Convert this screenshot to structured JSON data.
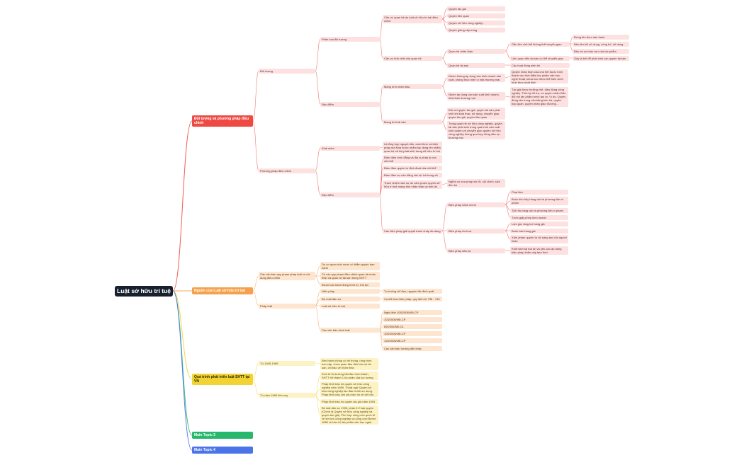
{
  "root": "Luật sở hữu trí tuệ",
  "colors": {
    "red": "#ee4a43",
    "orange": "#f5a04a",
    "yellow": "#f3d333",
    "green": "#27b86e",
    "blue": "#4a74e8"
  },
  "nodes": [
    {
      "id": "root",
      "text": "Luật sở hữu trí tuệ"
    },
    {
      "id": "t1",
      "text": "Đối tượng và phương pháp điều chỉnh"
    },
    {
      "id": "t2",
      "text": "Nguồn của Luật sở hữu trí tuệ"
    },
    {
      "id": "t3",
      "text": "Quá trình phát triển luật SHTT tại VN"
    },
    {
      "id": "t4",
      "text": "Main Topic 3"
    },
    {
      "id": "t5",
      "text": "Main Topic 4"
    },
    {
      "id": "a1",
      "text": "Đối tượng"
    },
    {
      "id": "a2",
      "text": "Phương pháp điều chỉnh"
    },
    {
      "id": "a1a",
      "text": "Phân loại đối tượng"
    },
    {
      "id": "a1b",
      "text": "Đặc điểm"
    },
    {
      "id": "a1a1",
      "text": "Căn cứ quan hệ do luật sở hữu trí tuệ điều chỉnh"
    },
    {
      "id": "a1a2",
      "text": "Căn cứ tính chất của quan hệ"
    },
    {
      "id": "q1",
      "text": "Quyền tác giả"
    },
    {
      "id": "q2",
      "text": "Quyền liên quan"
    },
    {
      "id": "q3",
      "text": "Quyền sở hữu công nghiệp"
    },
    {
      "id": "q4",
      "text": "Quyền giống cây trồng"
    },
    {
      "id": "qn",
      "text": "Quan hệ nhân thân"
    },
    {
      "id": "qts",
      "text": "Quan hệ tài sản"
    },
    {
      "id": "qn1",
      "text": "Gắn liền chủ thể không thể chuyển giao"
    },
    {
      "id": "qn2",
      "text": "Liên quan đến tài sản có thể chuyển giao"
    },
    {
      "id": "qn1a",
      "text": "Đứng tên thực sản danh"
    },
    {
      "id": "qn1b",
      "text": "Nêu tên khi sử dụng, công bố, sử dụng"
    },
    {
      "id": "qn1c",
      "text": "Bảo vệ sự toàn vẹn của tác phẩm"
    },
    {
      "id": "qn2a",
      "text": "Gây tà kết để phát sinh các quyền tài sản"
    },
    {
      "id": "qts1",
      "text": "Các hoạt động sinh lời"
    },
    {
      "id": "b1",
      "text": "Mang tính nhân thân"
    },
    {
      "id": "b2",
      "text": "Mang tính tài sản"
    },
    {
      "id": "b1a",
      "text": "Nhóm không áp dụng vào kinh doanh sản xuất, không thực hiện vì mặt thương mại"
    },
    {
      "id": "b1b",
      "text": "Nhóm áp dụng vào sản xuất kinh doanh, khai thác thương mại"
    },
    {
      "id": "b1a1",
      "text": "Quyền nhân thân của chủ thể được hình thành vào thời điểm tác phẩm văn học, nghệ thuật, khoa học được thể hiện dưới hình thức nhất định"
    },
    {
      "id": "b1b1",
      "text": "Tác giả được hưởng chế, điều động công nghiệp. Thời kỳ hỗ trợ, có quyền nhân thân đối với tác phẩm mình tạo ra. Ví dụ: Quyền đứng tên trong văn bằng bảo hộ, quyền bảo quản, quyền nhân giáo thương..."
    },
    {
      "id": "b2a",
      "text": "Đối với quyền tác giả, quyền tài sản phát sinh khi khai thác, sử dụng, chuyển giao quyền tác giả, quyền liên quan"
    },
    {
      "id": "b2b",
      "text": "Trong quan hệ sở hữu công nghiệp, quyền tài sản phát sinh trong quá trình sản xuất kinh doanh và chuyển giao quyền sở hữu công nghiệp thông qua hợp đồng dân sự thương mại"
    },
    {
      "id": "c1",
      "text": "Khái niệm"
    },
    {
      "id": "c2",
      "text": "Đặc điểm"
    },
    {
      "id": "c1a",
      "text": "Là tổng hợp nguyên tắc, cách thức và biện pháp mà Nhà nước nhằm tác động lên nhằm quan hệ xã hội phát sinh trong sở hữu trí tuệ"
    },
    {
      "id": "c2a",
      "text": "Đảm đảm bình đẳng và địa vị pháp lý của chủ thể"
    },
    {
      "id": "c2b",
      "text": "Đảm đảm quyền tự định đoạt của chủ thể"
    },
    {
      "id": "c2c",
      "text": "Đảm đảm sự cân bằng các lợi ích trong xã hội"
    },
    {
      "id": "c2d",
      "text": "Trách nhiệm dân sự do xâm phạm quyền sở hữu trí tuệ mang tính nhân thân và tính tài sản"
    },
    {
      "id": "c2e",
      "text": "Các biện pháp giải quyết tranh chấp đa dạng"
    },
    {
      "id": "c2d1",
      "text": "Nghĩa vụ vừa pháp xin lỗi, cải chính, sửa đền bù"
    },
    {
      "id": "d1",
      "text": "Biện pháp hành chính"
    },
    {
      "id": "d2",
      "text": "Biện pháp hình sự"
    },
    {
      "id": "d3",
      "text": "Biện pháp dân sự"
    },
    {
      "id": "d1a",
      "text": "Phạt tiền"
    },
    {
      "id": "d1b",
      "text": "Buộc tiêu hủy hàng vật và phương tiện vi phạm"
    },
    {
      "id": "d1c",
      "text": "Tịch thu tang vật và phương tiện vi phạm"
    },
    {
      "id": "d1d",
      "text": "Tước giấy phép kinh doanh"
    },
    {
      "id": "d2a",
      "text": "Làm giả, làng trợ hàng giả"
    },
    {
      "id": "d2b",
      "text": "Buôn bán hàng giả"
    },
    {
      "id": "d2c",
      "text": "Xâm phạm quyền tự do sáng tạo của người khác"
    },
    {
      "id": "d3a",
      "text": "Khởi kiện tại toà án và yêu cầu áp dụng biện pháp khẩn cấp tạm thời"
    },
    {
      "id": "e1",
      "text": "Các văn bản quy phạm pháp luật có nội dung điều chỉnh"
    },
    {
      "id": "e2",
      "text": "Pháp luật"
    },
    {
      "id": "e1a",
      "text": "Do cơ quan nhà nước có thẩm quyền ban hành"
    },
    {
      "id": "e1b",
      "text": "Có các quy phạm điều chỉnh quan hệ nhân thân và quan hệ tài sản trong SHTT"
    },
    {
      "id": "e1c",
      "text": "Được ban hành đúng trình tự, thủ tục"
    },
    {
      "id": "e2a",
      "text": "Hiến pháp"
    },
    {
      "id": "e2b",
      "text": "Bộ Luật dân sự"
    },
    {
      "id": "e2c",
      "text": "Luật sở hữu trí tuệ"
    },
    {
      "id": "e2d",
      "text": "Các văn bản dưới luật"
    },
    {
      "id": "e2a1",
      "text": "Tự tưởng chỉ đạo, nguyên tắc định quát"
    },
    {
      "id": "e2b1",
      "text": "Cụ thể hoá hiến pháp, quy định từ 736 - 743"
    },
    {
      "id": "e2d1",
      "text": "Nghị định 105/2006/NĐ-CP"
    },
    {
      "id": "e2d2",
      "text": "103/2006/NĐ-CP"
    },
    {
      "id": "e2d3",
      "text": "89/2006/NĐ-CŁ"
    },
    {
      "id": "e2d4",
      "text": "100/2006/NĐ-CP"
    },
    {
      "id": "e2d5",
      "text": "120/2006/NĐ-CP"
    },
    {
      "id": "e2d6",
      "text": "Các văn bản hướng dẫn khác"
    },
    {
      "id": "f1",
      "text": "Từ 1945-1989"
    },
    {
      "id": "f2",
      "text": "Từ năm 1989 đến nay"
    },
    {
      "id": "f1a",
      "text": "Bên hành không có hệ thống, rộng trình bao cấp, chưa quan tâm đến bảo vệ tài sản, chỉ bảo vệ nhân thân"
    },
    {
      "id": "f2a",
      "text": "Kinh tế thị trường bắt đầu hình thành, SHTT trở thành 1 bộ phận của lực lượng sản xuất"
    },
    {
      "id": "f2b",
      "text": "Pháp lệnh bảo hộ quyền sở hữu công nghiệp năm 1989. Thuật ngữ Quyền sở hữu công nghiệp lần đầu chính sự dụng. Pháp lệnh này chủ yếu bảo hộ về sở hữu công nghiệp"
    },
    {
      "id": "f2c",
      "text": "Pháp lệnh bảo hộ quyền tác giả năm 1994"
    },
    {
      "id": "f2d",
      "text": "Bộ luật dân sự 1995, phần 6 2 loại quyền (Chính là Quyền sở hữu công nghiệp và quyền tác giả). Phù hợp công ước quốc tế về sở hữu công nghiệp và công ước Berne 1886 về bảo hộ tác phẩm văn học nghệ thuật"
    }
  ]
}
